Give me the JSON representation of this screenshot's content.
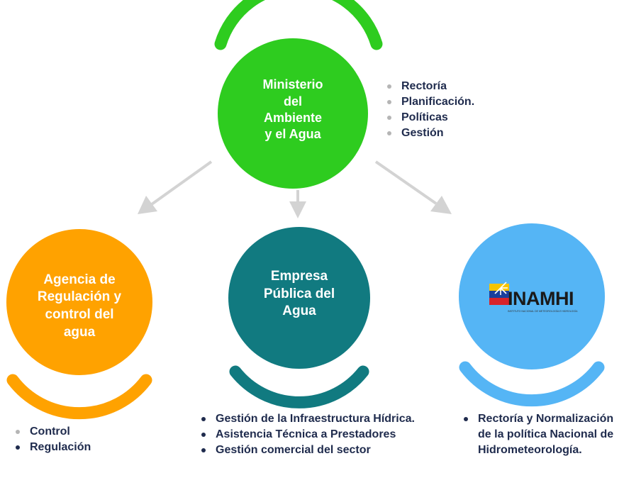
{
  "center_node": {
    "label": "Ministerio\ndel\nAmbiente\ny el Agua",
    "color": "#2ecc1f",
    "items": [
      "Rectoría",
      "Planificación.",
      "Políticas",
      "Gestión"
    ]
  },
  "left_node": {
    "label": "Agencia de\nRegulación y\ncontrol del\nagua",
    "color": "#ffa200",
    "items": [
      "Control",
      "Regulación"
    ]
  },
  "middle_node": {
    "label": "Empresa\nPública del\nAgua",
    "color": "#117a80",
    "items": [
      "Gestión de la Infraestructura Hídrica.",
      "Asistencia Técnica a Prestadores",
      "Gestión comercial del sector"
    ]
  },
  "right_node": {
    "color": "#55b5f5",
    "logo": {
      "name": "INAMHI",
      "subtitle": "INSTITUTO NACIONAL DE METEOROLOGÍA E HIDROLOGÍA"
    },
    "items": [
      "Rectoría y Normalización de la política Nacional de Hidrometeorología."
    ]
  },
  "colors": {
    "arrow": "#d3d3d3",
    "text_dark": "#1f2b4d",
    "bullet_gray": "#b5b5b5"
  }
}
